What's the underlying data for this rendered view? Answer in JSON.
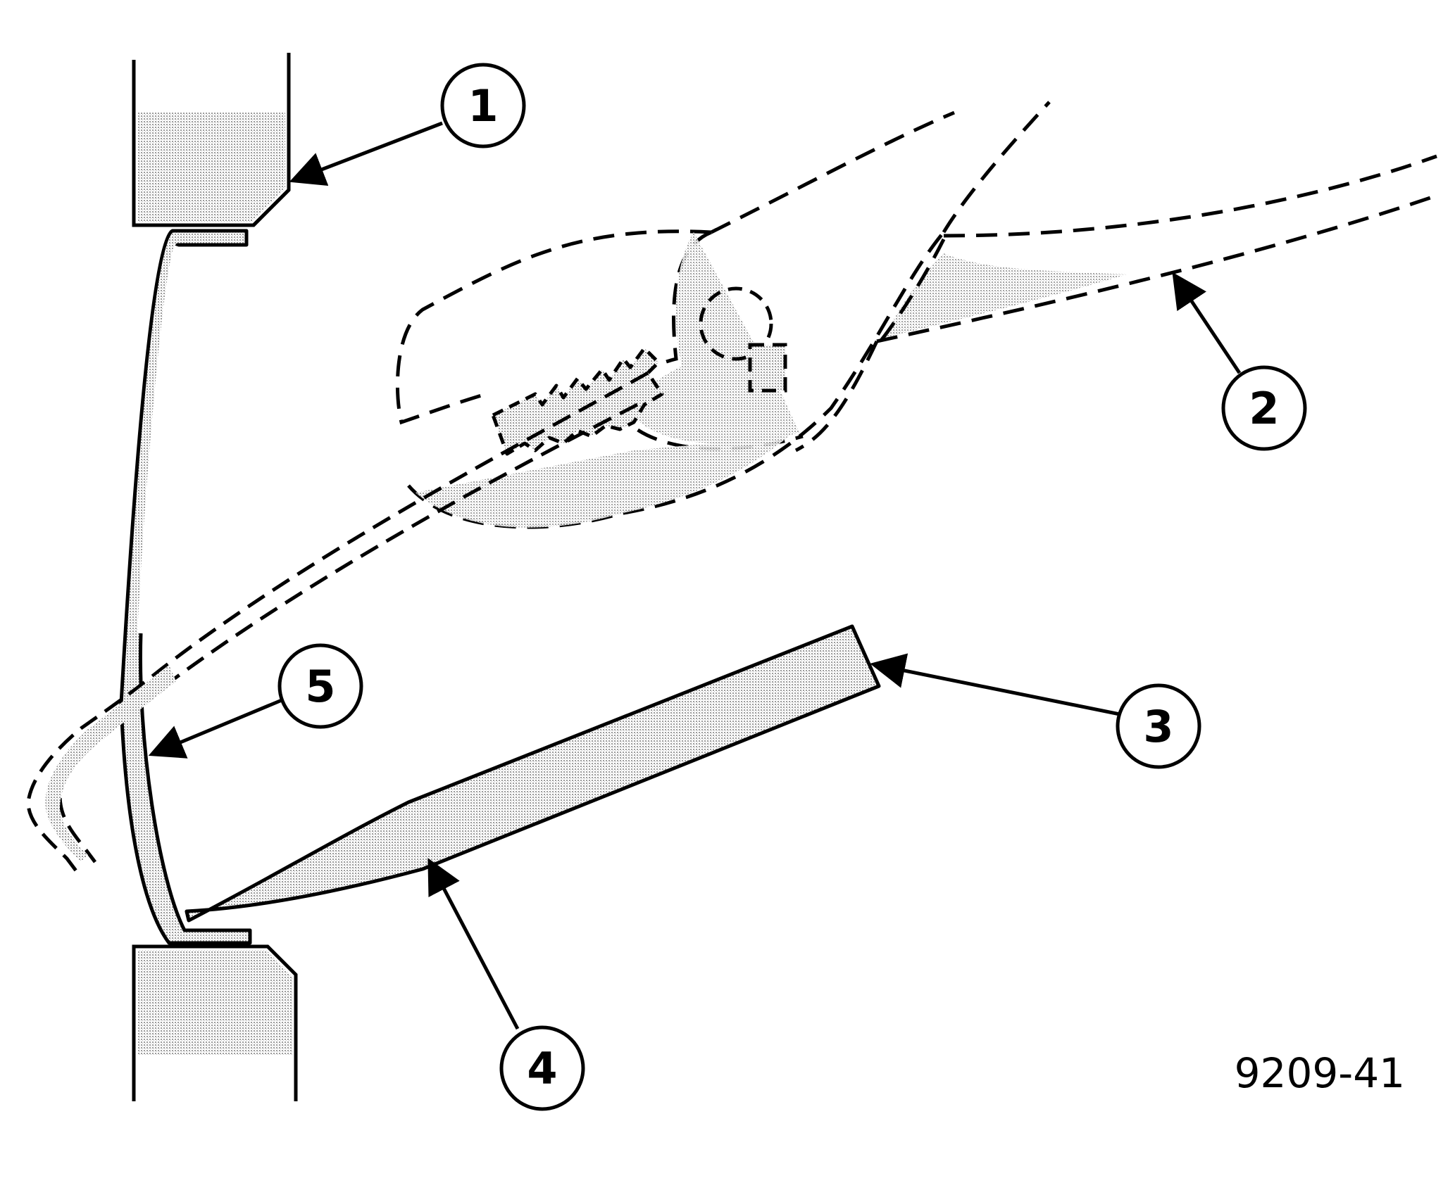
{
  "figure_id": "9209-41",
  "callouts": [
    {
      "number": "1"
    },
    {
      "number": "2"
    },
    {
      "number": "3"
    },
    {
      "number": "4"
    },
    {
      "number": "5"
    }
  ],
  "colors": {
    "ink": "#000000",
    "shading": "#c9c9c9",
    "background": "#ffffff"
  }
}
